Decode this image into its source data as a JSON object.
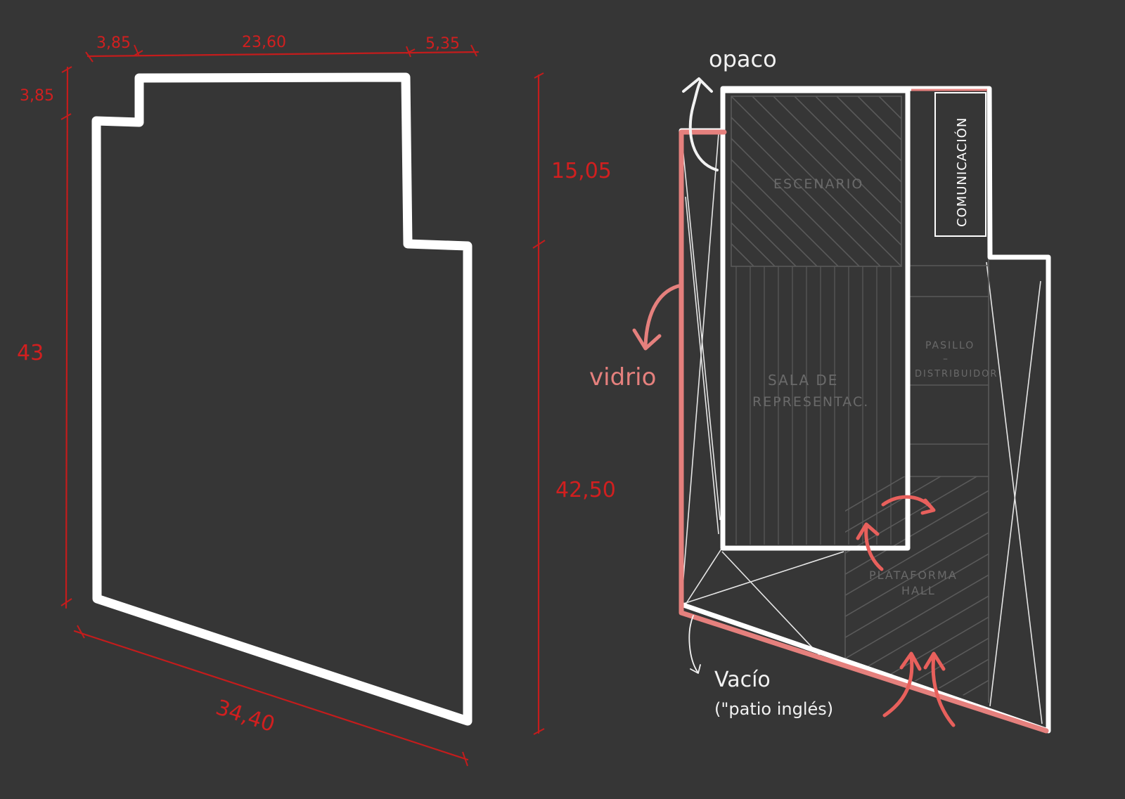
{
  "outline_plan": {
    "dimensions": {
      "top_left_width": "3,85",
      "top_middle_width": "23,60",
      "top_right_width": "5,35",
      "left_notch_height": "3,85",
      "left_height": "43",
      "bottom_diagonal": "34,40",
      "right_upper_height": "15,05",
      "right_lower_height": "42,50"
    }
  },
  "zoned_plan": {
    "rooms": {
      "stage": "ESCENARIO",
      "hall_line1": "SALA DE",
      "hall_line2": "REPRESENTAC.",
      "communication": "COMUNICACIÓN",
      "corridor_line1": "PASILLO",
      "corridor_dash": "–",
      "corridor_line2": "DISTRIBUIDOR",
      "platform_line1": "PLATAFORMA",
      "platform_line2": "HALL"
    },
    "annotations": {
      "opaque": "opaco",
      "glass": "vidrio",
      "void_line1": "Vacío",
      "void_line2": "(\"patio inglés)"
    }
  },
  "colors": {
    "background": "#363636",
    "dimension": "#c41c1c",
    "wall": "#ffffff",
    "glass": "#e5807d",
    "arrow_accent": "#e8605c",
    "hatch": "#5a5a5a"
  }
}
